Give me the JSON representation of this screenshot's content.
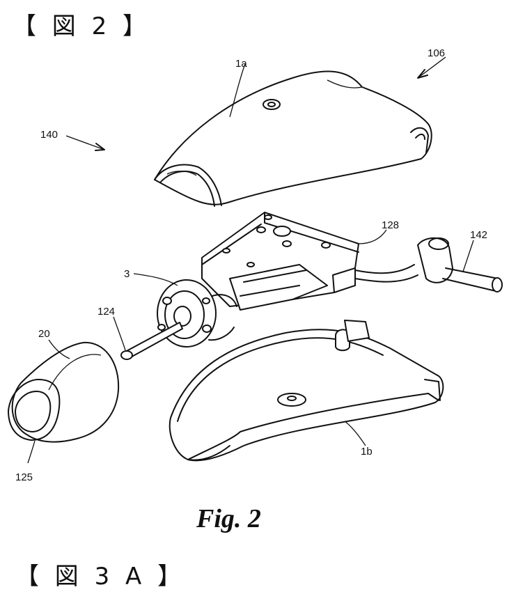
{
  "headings": {
    "top": "【 図 2 】",
    "bottom": "【 図 3 A 】"
  },
  "figure": {
    "caption": "Fig. 2",
    "labels": {
      "l106": "106",
      "l1a": "1a",
      "l140": "140",
      "l128": "128",
      "l142": "142",
      "l3": "3",
      "l124": "124",
      "l20": "20",
      "l125": "125",
      "l1b": "1b"
    }
  }
}
